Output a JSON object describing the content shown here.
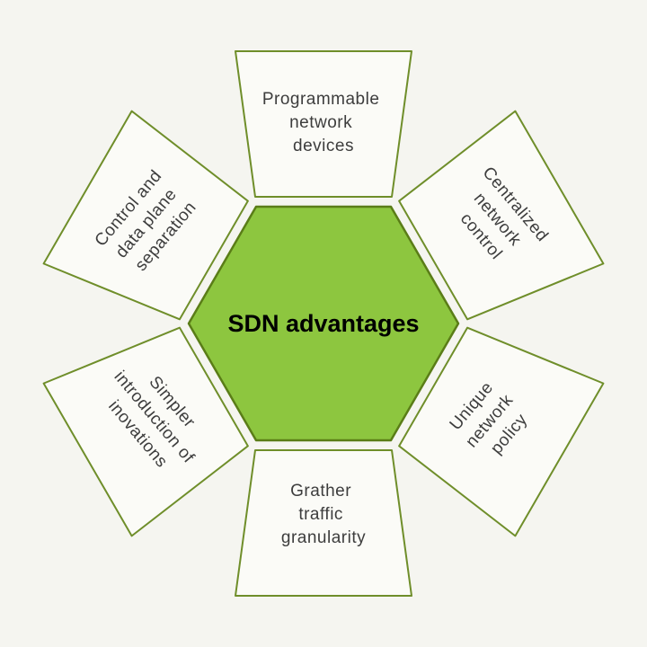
{
  "colors": {
    "background": "#f5f5f0",
    "hexagon_fill": "#8dc63f",
    "hexagon_stroke": "#5a7d17",
    "petal_fill": "#fbfbf7",
    "petal_stroke": "#6f8e2a",
    "label_text": "#3d3d3d",
    "center_text": "#000000"
  },
  "diagram": {
    "center": {
      "label": "SDN advantages"
    },
    "petals": [
      {
        "id": "top",
        "lines": [
          "Programmable",
          "network",
          "devices"
        ]
      },
      {
        "id": "top-right",
        "lines": [
          "Centralized",
          "network",
          "control"
        ]
      },
      {
        "id": "bottom-right",
        "lines": [
          "Unique",
          "network",
          "policy"
        ]
      },
      {
        "id": "bottom",
        "lines": [
          "Grather",
          "traffic",
          "granularity"
        ]
      },
      {
        "id": "bottom-left",
        "lines": [
          "Simpler",
          "introduction of",
          "inovations"
        ]
      },
      {
        "id": "top-left",
        "lines": [
          "Control and",
          "data plane",
          "separation"
        ]
      }
    ]
  }
}
